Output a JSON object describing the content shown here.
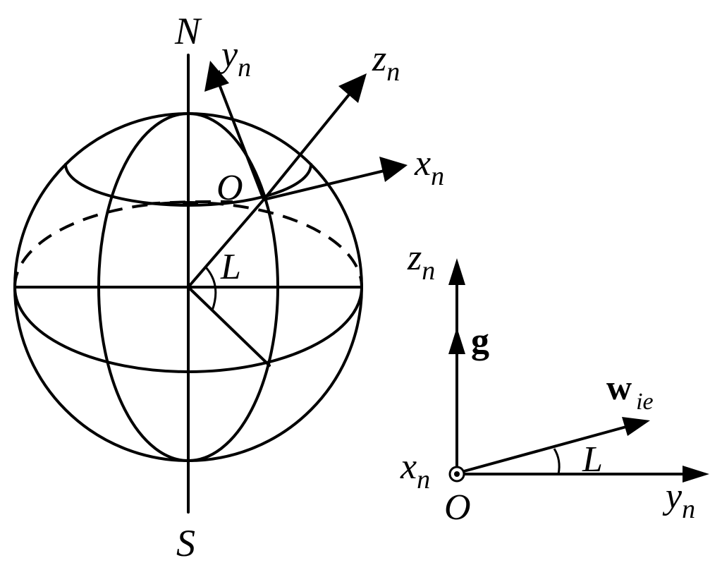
{
  "globe": {
    "north": "N",
    "south": "S",
    "origin": "O",
    "latitude": "L",
    "axes": {
      "y": {
        "base": "y",
        "sub": "n"
      },
      "z": {
        "base": "z",
        "sub": "n"
      },
      "x": {
        "base": "x",
        "sub": "n"
      }
    }
  },
  "frame": {
    "origin": "O",
    "latitude": "L",
    "gravity": "g",
    "earth_rate": {
      "base": "w",
      "sub": "ie"
    },
    "axes": {
      "z": {
        "base": "z",
        "sub": "n"
      },
      "y": {
        "base": "y",
        "sub": "n"
      },
      "x": {
        "base": "x",
        "sub": "n"
      }
    }
  }
}
